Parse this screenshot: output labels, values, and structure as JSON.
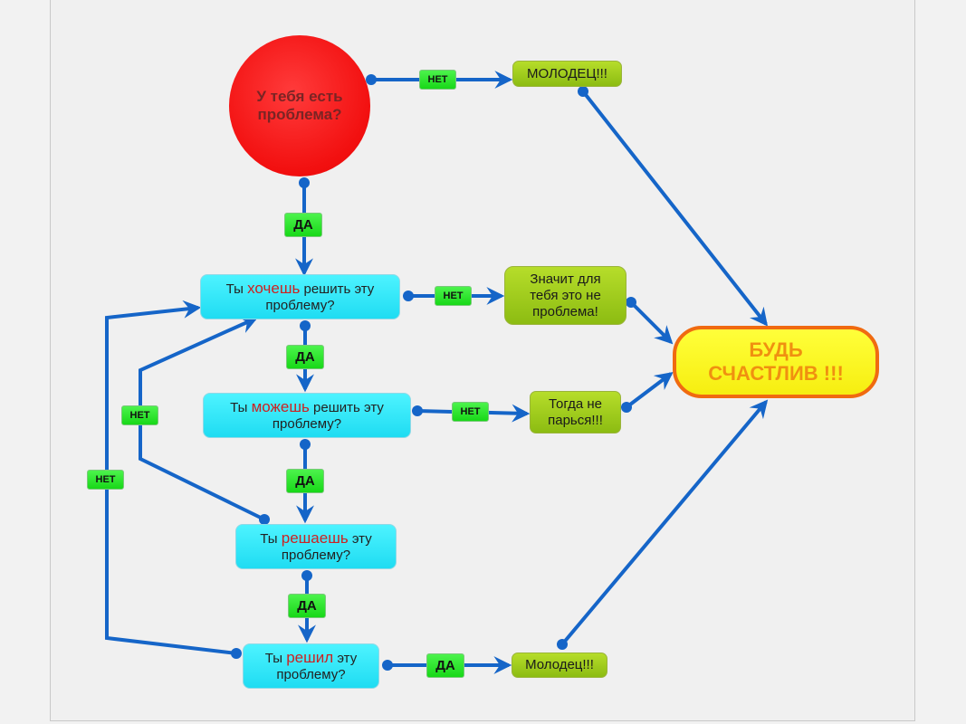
{
  "diagram": {
    "colors": {
      "connector": "#1565c8",
      "question_node": "#26e4f7",
      "answer_node": "#9ccb1d",
      "start_node": "#f21818",
      "goal_fill": "#fff52a",
      "goal_border": "#f06a10",
      "edge_label": "#2ee02e"
    },
    "start": {
      "text": "У тебя есть проблема?"
    },
    "questions": [
      {
        "pre": "Ты ",
        "highlight": "хочешь",
        "post": " решить эту проблему?"
      },
      {
        "pre": "Ты ",
        "highlight": "можешь",
        "post": " решить эту проблему?"
      },
      {
        "pre": "Ты ",
        "highlight": "решаешь",
        "post": " эту проблему?"
      },
      {
        "pre": "Ты ",
        "highlight": "решил",
        "post": " эту проблему?"
      }
    ],
    "answers": {
      "molodets_top": "МОЛОДЕЦ!!!",
      "not_problem": "Значит для тебя  это не проблема!",
      "dont_worry": "Тогда не парься!!!",
      "molodets_bottom": "Молодец!!!"
    },
    "goal": {
      "text": "БУДЬ СЧАСТЛИВ !!!"
    },
    "edge_labels": {
      "start_no": "НЕТ",
      "start_yes": "ДА",
      "want_no": "НЕТ",
      "want_yes": "ДА",
      "can_no": "НЕТ",
      "can_yes": "ДА",
      "solving_no": "НЕТ",
      "solving_yes": "ДА",
      "solved_no": "НЕТ",
      "solved_yes": "ДА"
    }
  }
}
